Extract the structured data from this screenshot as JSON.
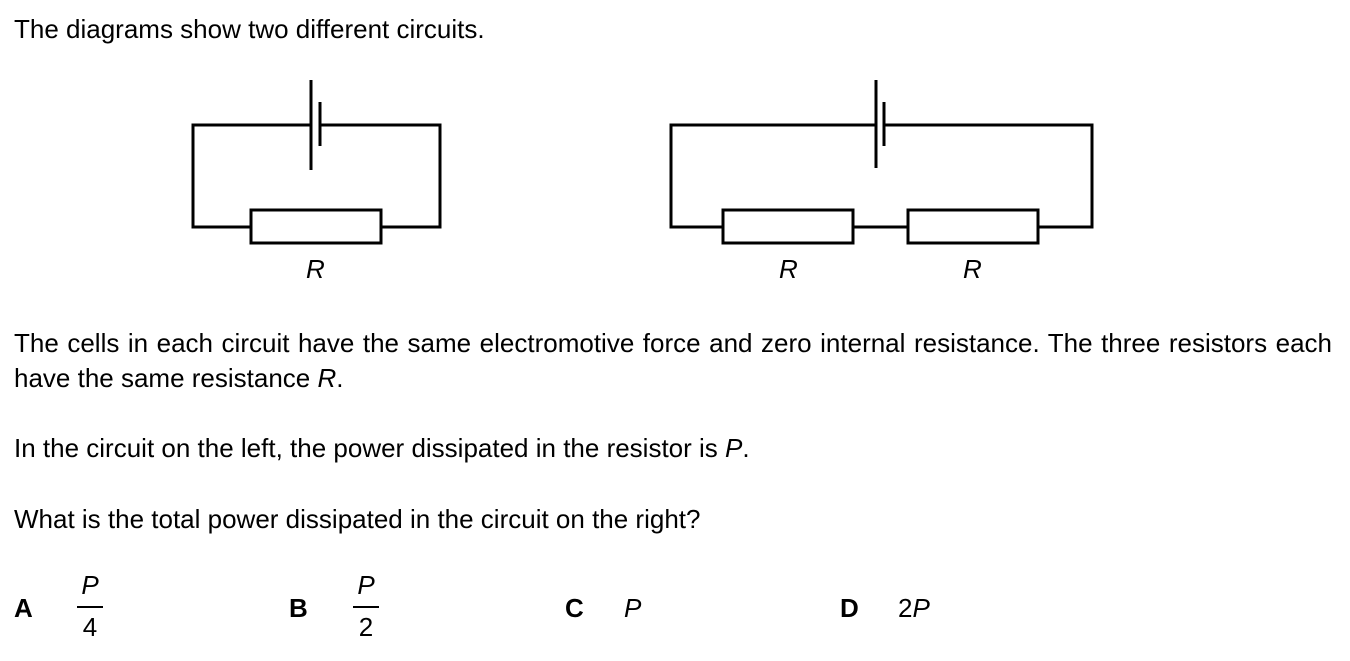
{
  "intro": "The diagrams show two different circuits.",
  "diagrams": {
    "left_resistor_label": "R",
    "right_resistor_labels": [
      "R",
      "R"
    ]
  },
  "paragraph1": {
    "text": "The cells in each circuit have the same electromotive force and zero internal resistance. The three resistors each have the same resistance ",
    "var": "R",
    "end": "."
  },
  "paragraph2": {
    "text": "In the circuit on the left, the power dissipated in the resistor is ",
    "var": "P",
    "end": "."
  },
  "question": "What is the total power dissipated in the circuit on the right?",
  "options": [
    {
      "letter": "A",
      "numerator": "P",
      "denominator": "4"
    },
    {
      "letter": "B",
      "numerator": "P",
      "denominator": "2"
    },
    {
      "letter": "C",
      "value": "P"
    },
    {
      "letter": "D",
      "coefficient": "2",
      "value": "P"
    }
  ]
}
